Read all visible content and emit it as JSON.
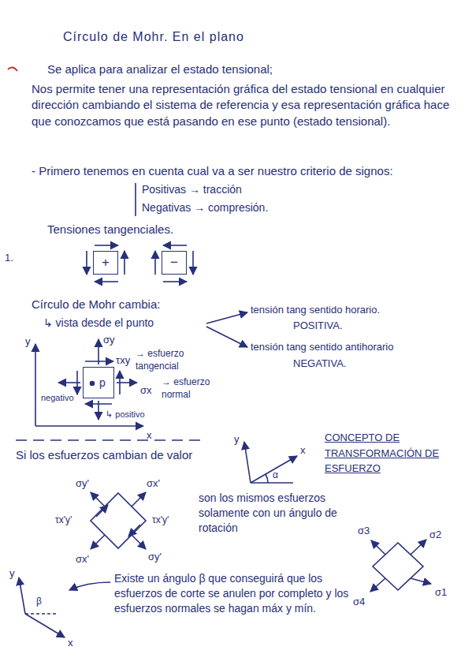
{
  "diagram": {
    "title": "Círculo de Mohr. En el plano",
    "nodes": [
      {
        "text": [
          "+"
        ]
      },
      {
        "text": [
          "−"
        ]
      },
      {
        "text": [
          "p"
        ]
      }
    ],
    "labels": [
      "Se aplica para analizar el estado tensional;",
      "Nos permite tener una representación gráfica del estado tensional en cualquier dirección cambiando el sistema de referencia y esa representación gráfica hace que conozcamos que está pasando en ese punto (estado tensional).",
      "- Primero tenemos en cuenta cual va a ser nuestro criterio de signos:",
      "Positivas → tracción",
      "Negativas → compresión.",
      "1.",
      "Tensiones tangenciales.",
      "Círculo de Mohr cambia:",
      "↳ vista desde el punto",
      "tensión tang sentido horario.",
      "POSITIVA.",
      "tensión tang sentido antihorario",
      "NEGATIVA.",
      "y",
      "x",
      "σy",
      "τxy",
      "→ esfuerzo tangencial",
      "σx",
      "→ esfuerzo normal",
      "negativo",
      "↳ positivo",
      "Si los esfuerzos cambian de valor",
      "y",
      "x",
      "α",
      "CONCEPTO DE TRANSFORMACIÓN DE ESFUERZO",
      "σy'",
      "σx'",
      "τx'y'",
      "τx'y'",
      "σx'",
      "σy'",
      "son los mismos esfuerzos solamente con un ángulo de rotación",
      "σ3",
      "σ2",
      "σ1",
      "σ4",
      "Existe un ángulo β que conseguirá que los esfuerzos de corte se anulen por completo y los esfuerzos normales se hagan máx y mín.",
      "y",
      "x",
      "β"
    ]
  }
}
